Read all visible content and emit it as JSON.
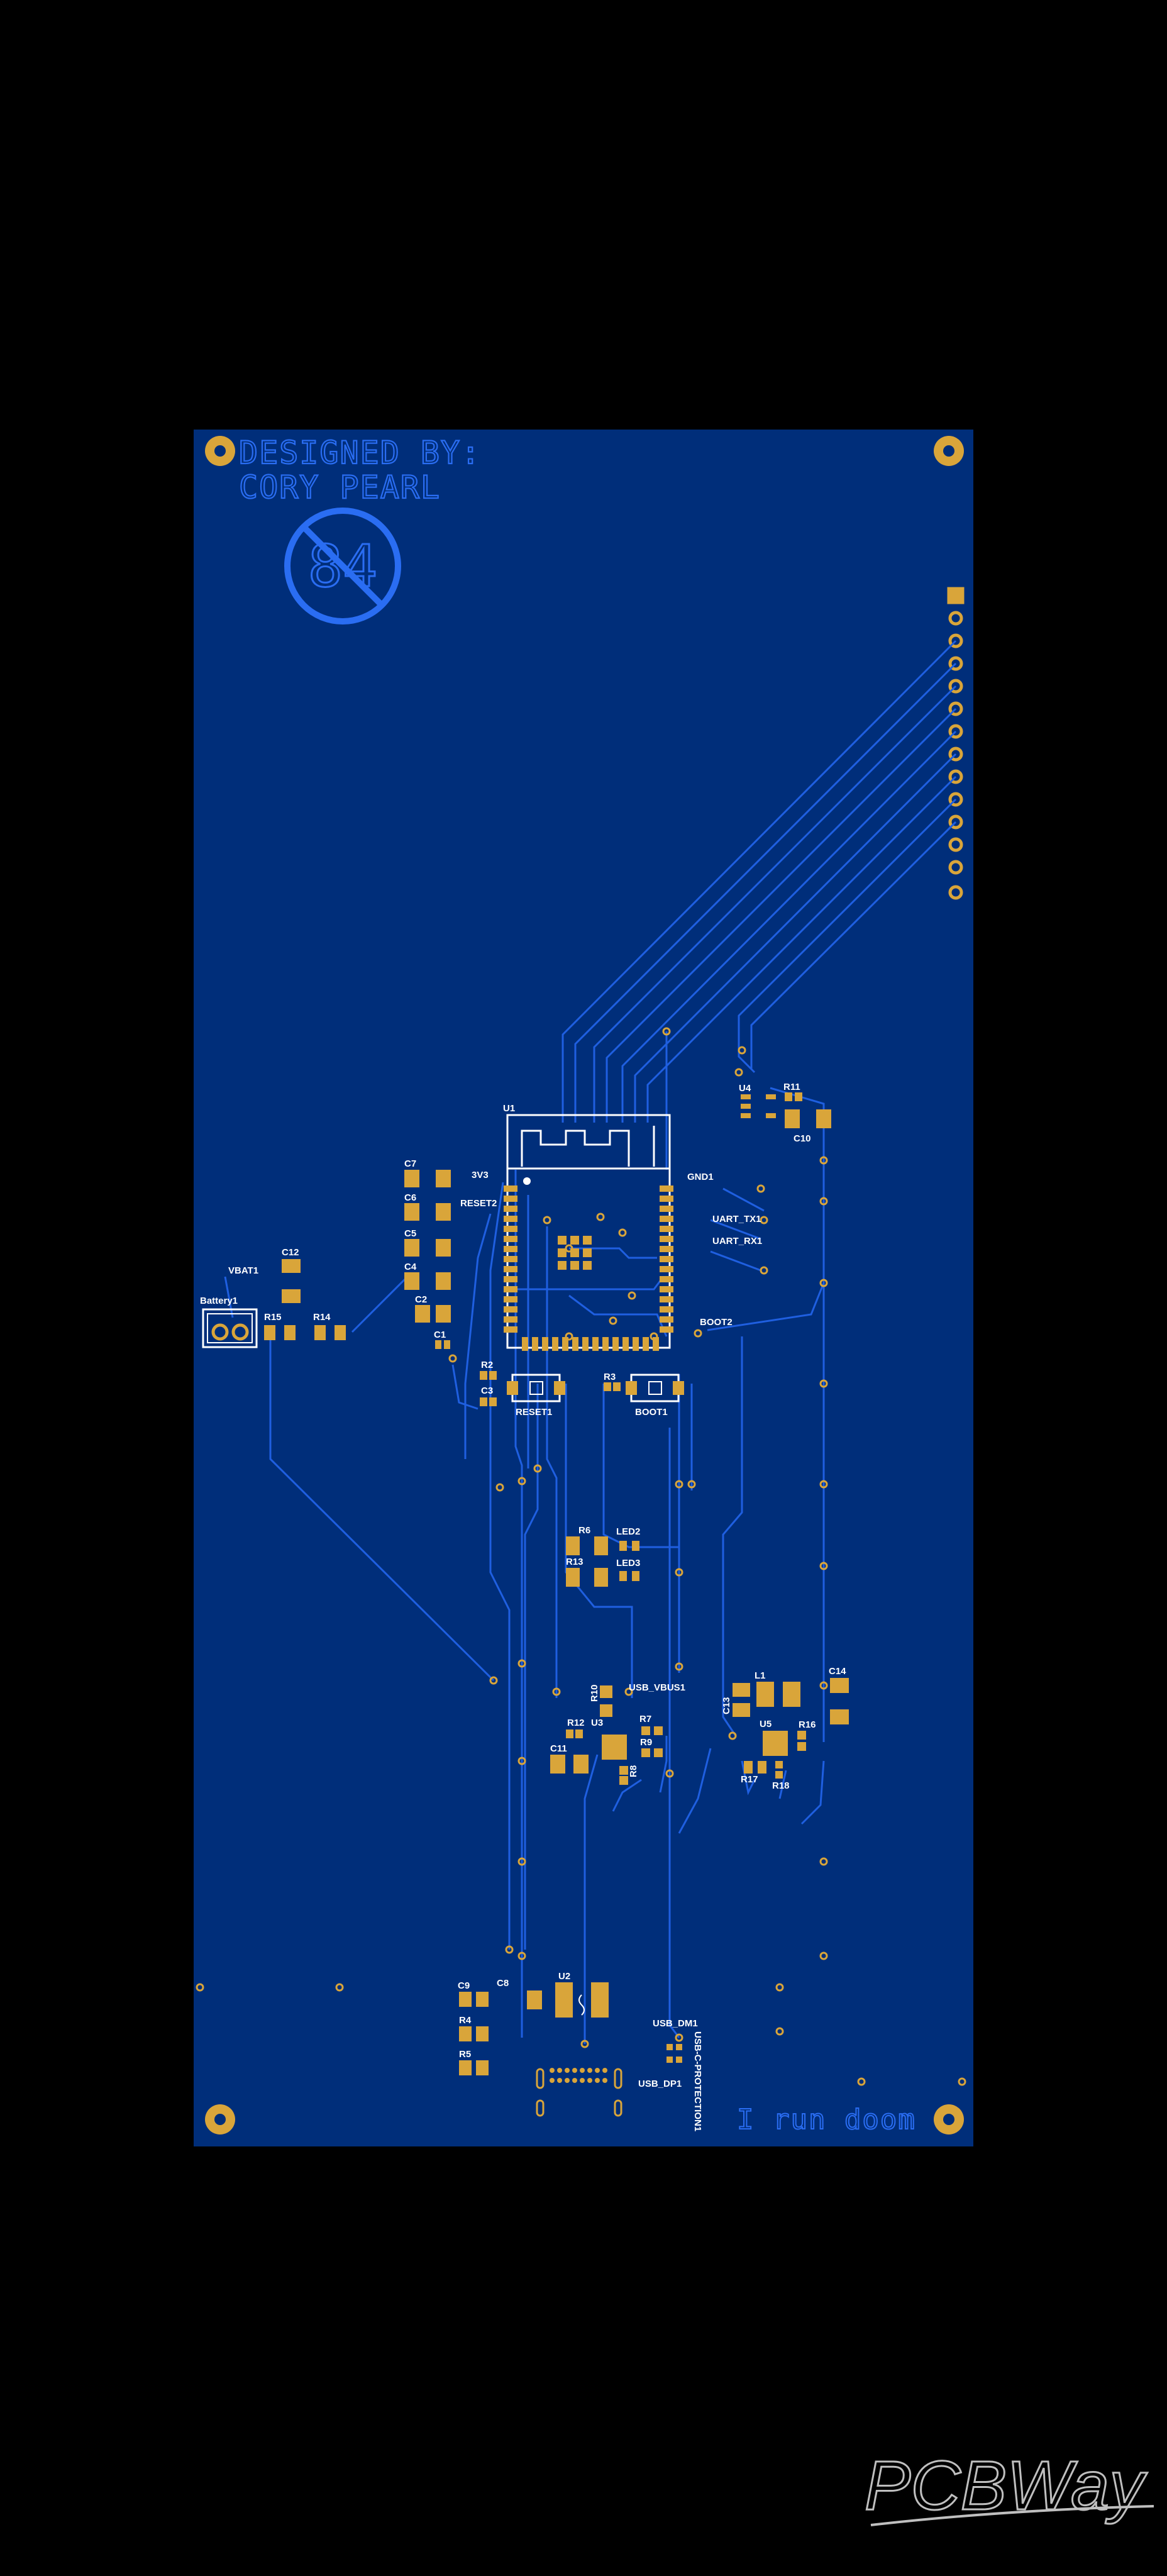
{
  "board": {
    "designer_line1": "DESIGNED BY:",
    "designer_line2": "CORY PEARL",
    "logo_number": "84",
    "tagline": "I run doom"
  },
  "labels": {
    "U1": "U1",
    "3V3": "3V3",
    "GND1": "GND1",
    "RESET2": "RESET2",
    "UART_TX1": "UART_TX1",
    "UART_RX1": "UART_RX1",
    "BOOT2": "BOOT2",
    "RESET1": "RESET1",
    "BOOT1": "BOOT1",
    "R3": "R3",
    "R2": "R2",
    "C3": "C3",
    "C1": "C1",
    "C2": "C2",
    "C4": "C4",
    "C5": "C5",
    "C6": "C6",
    "C7": "C7",
    "C12": "C12",
    "VBAT1": "VBAT1",
    "Battery1": "Battery1",
    "R15": "R15",
    "R14": "R14",
    "U4": "U4",
    "R11": "R11",
    "C10": "C10",
    "R6": "R6",
    "R13": "R13",
    "LED2": "LED2",
    "LED3": "LED3",
    "L1": "L1",
    "C14": "C14",
    "C13": "C13",
    "U5": "U5",
    "R16": "R16",
    "R17": "R17",
    "R18": "R18",
    "USB_VBUS1": "USB_VBUS1",
    "R10": "R10",
    "R12": "R12",
    "U3": "U3",
    "R7": "R7",
    "R9": "R9",
    "R8": "R8",
    "C11": "C11",
    "C9": "C9",
    "C8": "C8",
    "U2": "U2",
    "R4": "R4",
    "R5": "R5",
    "USB_DM1": "USB_DM1",
    "USB_DP1": "USB_DP1",
    "USB-C-PROTECTION1": "USB-C-PROTECTION1"
  },
  "colors": {
    "background": "#000000",
    "board": "#002e7a",
    "copper": "#1f5fe0",
    "pad": "#d9a53a",
    "silkscreen": "#ffffff",
    "board_text": "#2a6df2"
  },
  "watermark": "PCBWay"
}
